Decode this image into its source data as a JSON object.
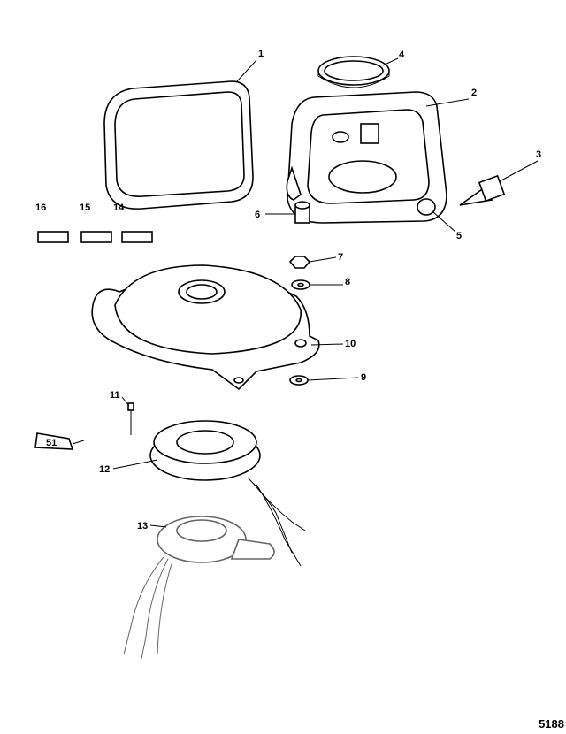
{
  "figure_number": "5188",
  "callouts": [
    "1",
    "2",
    "3",
    "4",
    "5",
    "6",
    "7",
    "8",
    "9",
    "10",
    "11",
    "12",
    "13",
    "14",
    "15",
    "16"
  ],
  "tube_label": "51"
}
